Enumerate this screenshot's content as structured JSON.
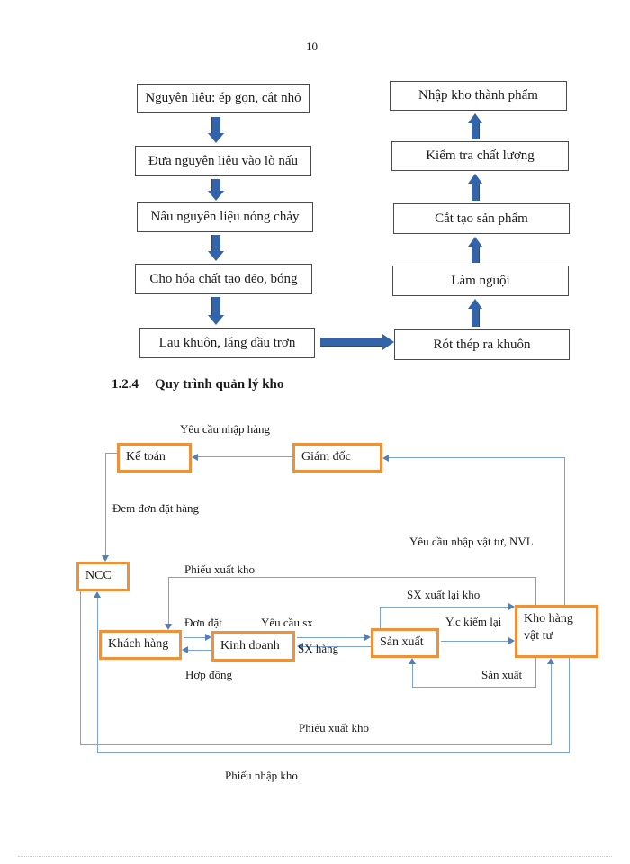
{
  "page_number": "10",
  "heading": {
    "number": "1.2.4",
    "title": "Quy trình quản lý kho"
  },
  "process_flow": {
    "left_column": [
      "Nguyên liệu: ép gọn, cắt nhỏ",
      "Đưa nguyên liệu vào lò nấu",
      "Nấu nguyên liệu nóng chảy",
      "Cho hóa chất tạo dẻo, bóng",
      "Lau khuôn, láng dầu trơn"
    ],
    "right_column": [
      "Nhập kho thành phẩm",
      "Kiểm tra chất lượng",
      "Cắt tạo sản phẩm",
      "Làm nguội",
      "Rót thép ra khuôn"
    ]
  },
  "warehouse_diagram": {
    "nodes": {
      "ke_toan": "Kế toán",
      "giam_doc": "Giám đốc",
      "ncc": "NCC",
      "khach_hang": "Khách hàng",
      "kinh_doanh": "Kinh doanh",
      "san_xuat": "Sản xuất",
      "kho_hang": "Kho hàng vật tư"
    },
    "labels": {
      "yeu_cau_nhap_hang": "Yêu cầu nhập hàng",
      "dem_don_dat_hang": "Đem đơn đặt hàng",
      "yeu_cau_nhap_vat_tu": "Yêu cầu nhập vật tư, NVL",
      "phieu_xuat_kho_upper": "Phiếu xuất kho",
      "sx_xuat_lai_kho": "SX xuất lại kho",
      "don_dat": "Đơn đặt",
      "yeu_cau_sx": "Yêu cầu sx",
      "yc_kiem_lai": "Y.c kiểm lại",
      "sx_hang": "SX hàng",
      "hop_dong": "Hợp đồng",
      "san_xuat_return": "Sản xuất",
      "phieu_xuat_kho_lower": "Phiếu xuất kho",
      "phieu_nhap_kho": "Phiếu nhập kho"
    }
  },
  "colors": {
    "node_border": "#f0913a",
    "connector": "#7ba3d7",
    "block_arrow": "#3363a8",
    "flow_box_border": "#4a4a4a"
  }
}
